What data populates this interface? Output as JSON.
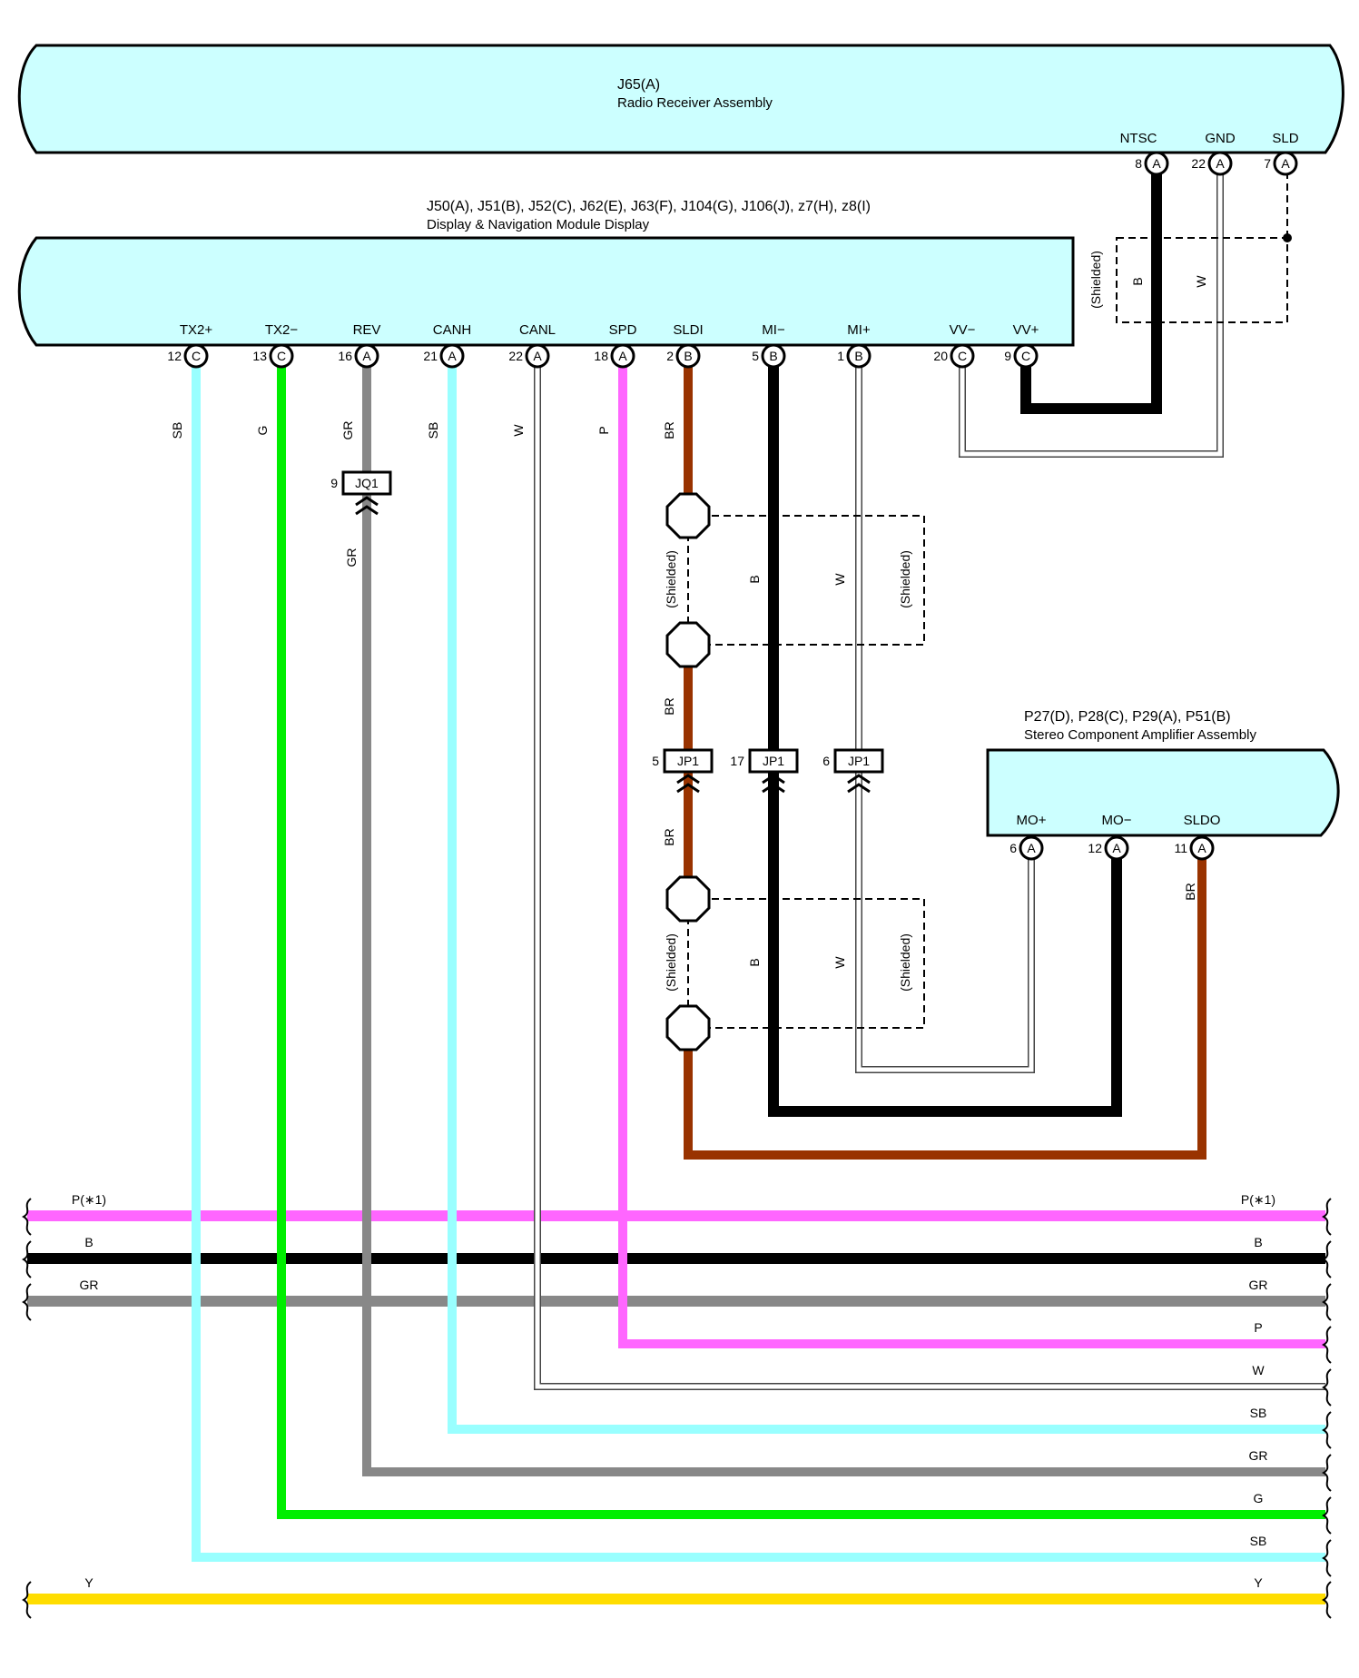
{
  "receiver": {
    "title": "J65(A)",
    "subtitle": "Radio Receiver Assembly",
    "pins": [
      {
        "name": "NTSC",
        "num": "8",
        "conn": "A"
      },
      {
        "name": "GND",
        "num": "22",
        "conn": "A"
      },
      {
        "name": "SLD",
        "num": "7",
        "conn": "A"
      }
    ],
    "wires": {
      "ntsc": "B",
      "gnd": "W"
    },
    "shield": "(Shielded)"
  },
  "display": {
    "title": "J50(A), J51(B), J52(C), J62(E), J63(F), J104(G), J106(J), z7(H), z8(I)",
    "subtitle": "Display & Navigation Module Display",
    "pins": [
      {
        "name": "TX2+",
        "num": "12",
        "conn": "C",
        "wire": "SB"
      },
      {
        "name": "TX2−",
        "num": "13",
        "conn": "C",
        "wire": "G"
      },
      {
        "name": "REV",
        "num": "16",
        "conn": "A",
        "wire": "GR"
      },
      {
        "name": "CANH",
        "num": "21",
        "conn": "A",
        "wire": "SB"
      },
      {
        "name": "CANL",
        "num": "22",
        "conn": "A",
        "wire": "W"
      },
      {
        "name": "SPD",
        "num": "18",
        "conn": "A",
        "wire": "P"
      },
      {
        "name": "SLDI",
        "num": "2",
        "conn": "B",
        "wire": "BR"
      },
      {
        "name": "MI−",
        "num": "5",
        "conn": "B",
        "wire": ""
      },
      {
        "name": "MI+",
        "num": "1",
        "conn": "B",
        "wire": ""
      },
      {
        "name": "VV−",
        "num": "20",
        "conn": "C",
        "wire": ""
      },
      {
        "name": "VV+",
        "num": "9",
        "conn": "C",
        "wire": ""
      }
    ]
  },
  "amplifier": {
    "title": "P27(D), P28(C), P29(A), P51(B)",
    "subtitle": "Stereo Component Amplifier Assembly",
    "pins": [
      {
        "name": "MO+",
        "num": "6",
        "conn": "A"
      },
      {
        "name": "MO−",
        "num": "12",
        "conn": "A"
      },
      {
        "name": "SLDO",
        "num": "11",
        "conn": "A"
      }
    ],
    "wire_sldo": "BR"
  },
  "junctions": {
    "jq1": {
      "label": "JQ1",
      "num": "9",
      "wire_below": "GR"
    },
    "jp1": [
      {
        "label": "JP1",
        "num": "5"
      },
      {
        "label": "JP1",
        "num": "17"
      },
      {
        "label": "JP1",
        "num": "6"
      }
    ]
  },
  "shield_upper": {
    "label": "(Shielded)",
    "wire_b": "B",
    "wire_w": "W",
    "wire_br_below": "BR"
  },
  "shield_lower": {
    "label": "(Shielded)",
    "wire_b": "B",
    "wire_w": "W",
    "wire_br_above": "BR"
  },
  "bus": {
    "left": [
      {
        "label": "P(∗1)"
      },
      {
        "label": "B"
      },
      {
        "label": "GR"
      },
      {
        "label": "Y"
      }
    ],
    "right": [
      {
        "label": "P(∗1)"
      },
      {
        "label": "B"
      },
      {
        "label": "GR"
      },
      {
        "label": "P"
      },
      {
        "label": "W"
      },
      {
        "label": "SB"
      },
      {
        "label": "GR"
      },
      {
        "label": "G"
      },
      {
        "label": "SB"
      },
      {
        "label": "Y"
      }
    ]
  },
  "colors": {
    "box_fill": "#ccffff",
    "SB": "#99ffff",
    "G": "#00ee00",
    "GR": "#888888",
    "P": "#ff66ff",
    "BR": "#993300",
    "B": "#000000",
    "W": "#ffffff",
    "Y": "#ffdd00"
  }
}
